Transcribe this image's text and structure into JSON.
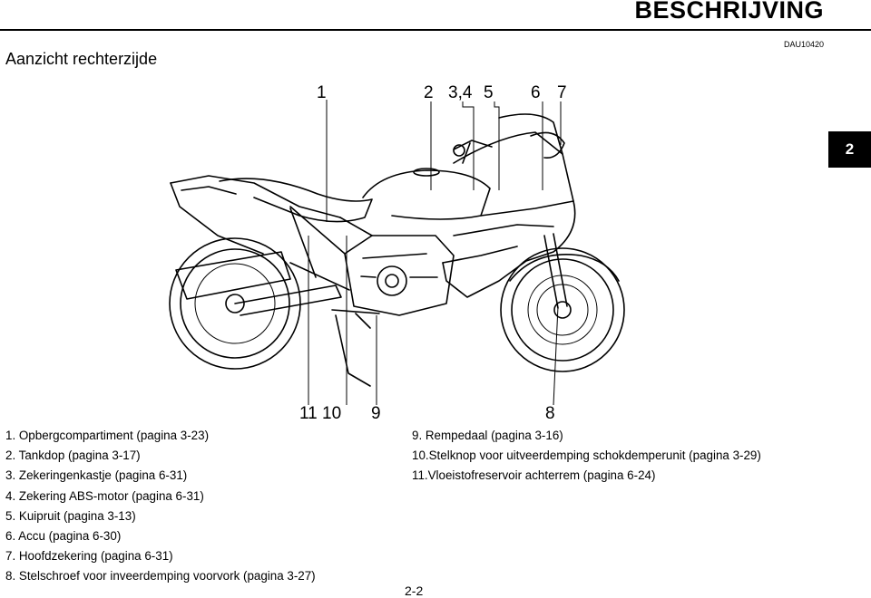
{
  "header": {
    "title": "BESCHRIJVING",
    "doc_code": "DAU10420",
    "chapter_tab": "2"
  },
  "section_title": "Aanzicht rechterzijde",
  "callouts_top": [
    "1",
    "2",
    "3,4",
    "5",
    "6",
    "7"
  ],
  "callouts_bottom": [
    "11",
    "10",
    "9",
    "8"
  ],
  "legend_left": [
    "1. Opbergcompartiment (pagina 3-23)",
    "2. Tankdop (pagina 3-17)",
    "3. Zekeringenkastje (pagina 6-31)",
    "4. Zekering ABS-motor (pagina 6-31)",
    "5. Kuipruit (pagina 3-13)",
    "6. Accu (pagina 6-30)",
    "7. Hoofdzekering (pagina 6-31)",
    "8. Stelschroef voor inveerdemping voorvork (pagina 3-27)"
  ],
  "legend_right": [
    "9. Rempedaal (pagina 3-16)",
    "10.Stelknop voor uitveerdemping schokdemperunit (pagina 3-29)",
    "11.Vloeistofreservoir achterrem (pagina 6-24)"
  ],
  "page_number": "2-2"
}
